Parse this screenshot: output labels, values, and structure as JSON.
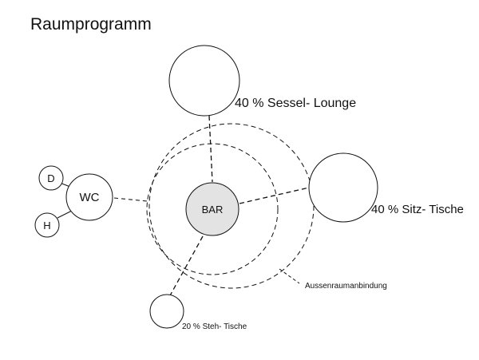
{
  "title": "Raumprogramm",
  "nodes": {
    "bar": "BAR",
    "lounge": "40 % Sessel- Lounge",
    "sitz": "40 % Sitz- Tische",
    "steh": "20 % Steh- Tische",
    "wc": "WC",
    "d": "D",
    "h": "H"
  },
  "annotation": "Aussenraumanbindung",
  "colors": {
    "stroke": "#111111",
    "bar_fill": "#e3e3e3",
    "background": "#ffffff"
  }
}
